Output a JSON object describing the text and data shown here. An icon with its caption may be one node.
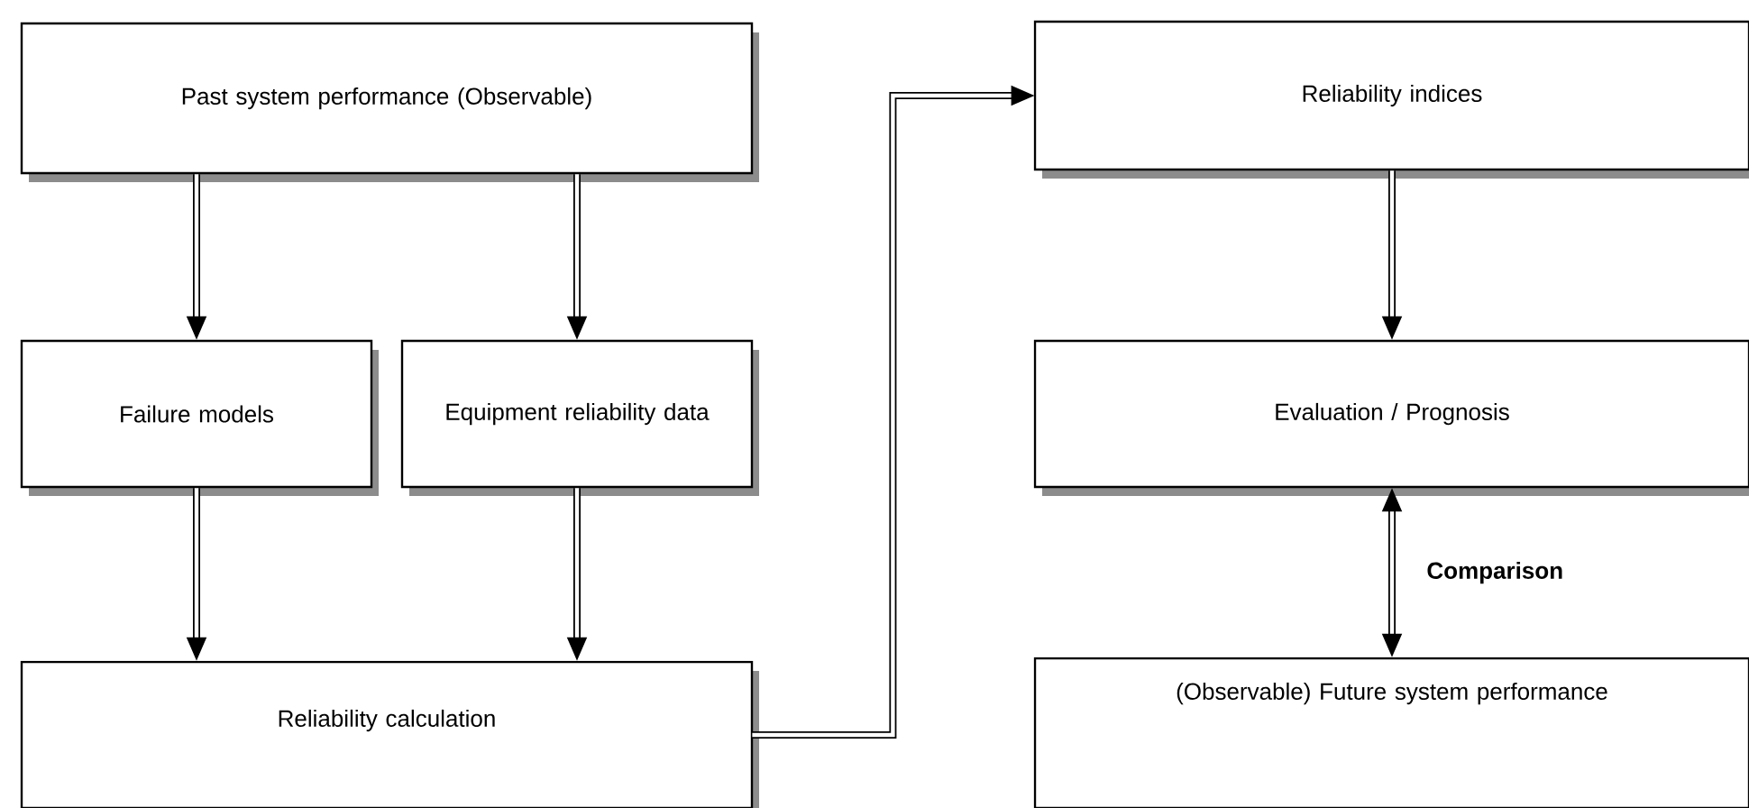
{
  "diagram": {
    "nodes": [
      {
        "text": [
          "Past system performance (Observable)"
        ]
      },
      {
        "text": [
          "Failure models"
        ]
      },
      {
        "text": [
          "Equipment reliability data"
        ]
      },
      {
        "text": [
          "Reliability calculation"
        ]
      },
      {
        "text": [
          "Reliability indices"
        ]
      },
      {
        "text": [
          "Evaluation / Prognosis"
        ]
      },
      {
        "text": [
          "(Observable) Future system performance"
        ]
      }
    ],
    "edges": [
      {
        "from": 0,
        "to": 1,
        "arrow": "to"
      },
      {
        "from": 0,
        "to": 2,
        "arrow": "to"
      },
      {
        "from": 1,
        "to": 3,
        "arrow": "to"
      },
      {
        "from": 2,
        "to": 3,
        "arrow": "to"
      },
      {
        "from": 3,
        "to": 4,
        "arrow": "to"
      },
      {
        "from": 4,
        "to": 5,
        "arrow": "to"
      },
      {
        "from": 5,
        "to": 6,
        "arrow": "both",
        "label": "Comparison"
      }
    ]
  }
}
